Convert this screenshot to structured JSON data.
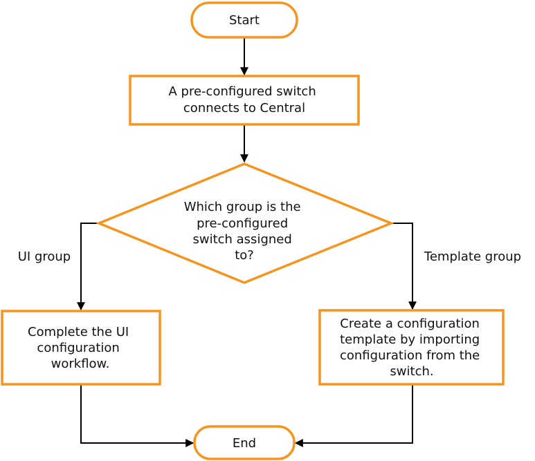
{
  "diagram": {
    "accent_color": "#F7941D",
    "line_color": "#000000",
    "start": {
      "label": "Start"
    },
    "step_connect": {
      "lines": [
        "A pre-configured switch",
        "connects to Central"
      ]
    },
    "decision": {
      "lines": [
        "Which group is the",
        "pre-configured",
        "switch assigned",
        "to?"
      ]
    },
    "branch_left": {
      "label": "UI group"
    },
    "branch_right": {
      "label": "Template group"
    },
    "step_ui": {
      "lines": [
        "Complete the UI",
        "configuration",
        "workflow."
      ]
    },
    "step_template": {
      "lines": [
        "Create a configuration",
        "template by importing",
        "configuration from the",
        "switch."
      ]
    },
    "end": {
      "label": "End"
    }
  }
}
